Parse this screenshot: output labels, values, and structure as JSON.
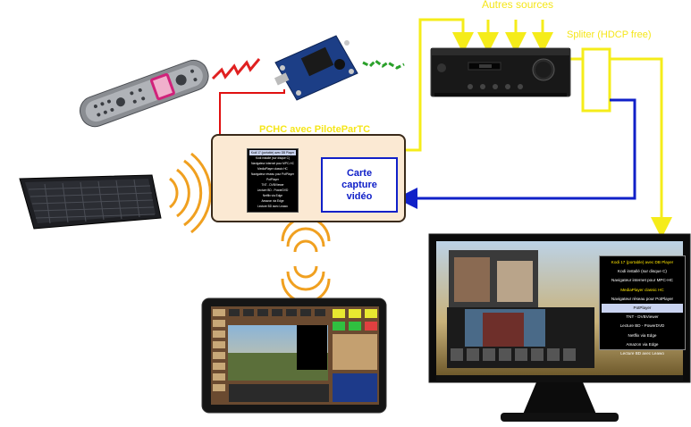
{
  "labels": {
    "other_sources": "Autres sources",
    "splitter": "Spliter (HDCP free)",
    "pc_title": "PCHC avec PiloteParTC",
    "capture_card": "Carte capture vidéo"
  },
  "pc_menu_items": [
    "Kodi 17 (portable) avec DB Player",
    "Kodi installé (sur disque C)",
    "Navigateur internet pour MPC-HC",
    "MediaPlayer classic HC",
    "Navigateur réseau pour PotPlayer",
    "PotPlayer",
    "TNT - DVBViewer",
    "Lecture BD - PowerDVD",
    "Netflix via Edge",
    "Amazon via Edge",
    "Lecture BD avec Leawo"
  ],
  "tv_menu_items": [
    "Kodi 17 (portable) avec DB Player",
    "Kodi installé (sur disque C)",
    "Navigateur internet pour MPC-HC",
    "MediaPlayer classic HC",
    "Navigateur réseau pour PotPlayer",
    "PotPlayer",
    "TNT - DVBViewer",
    "Lecture BD - PowerDVD",
    "Netflix via Edge",
    "Amazon via Edge",
    "Lecture BD avec Leawo"
  ],
  "colors": {
    "hdmi_line": "#f5ec1a",
    "capture_line": "#1020c8",
    "ir_line": "#e01010",
    "wifi_signal": "#f0a020",
    "pc_box_fill": "#fbe9d3",
    "menu_selected": "#c9d3f0"
  }
}
